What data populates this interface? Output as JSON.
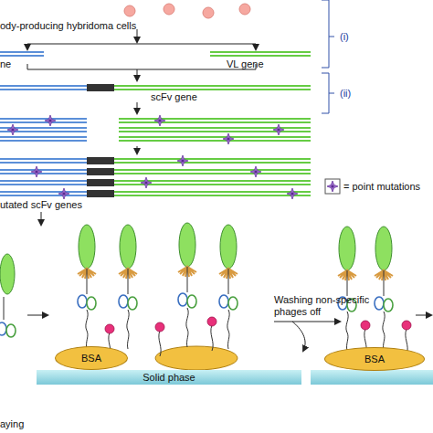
{
  "diagram": {
    "nodes": [
      {
        "text": [
          "BSA"
        ]
      },
      {
        "text": [
          "Solid phase"
        ]
      },
      {
        "text": [
          "BSA"
        ]
      }
    ],
    "labels": [
      "ody-producing hybridoma cells",
      "(i)",
      "ne",
      "VL gene",
      "(ii)",
      "scFv gene",
      "utated scFv genes",
      "Washing non-specific phages off",
      "aying"
    ],
    "legend": [
      {
        "text": "= point mutations"
      }
    ]
  }
}
